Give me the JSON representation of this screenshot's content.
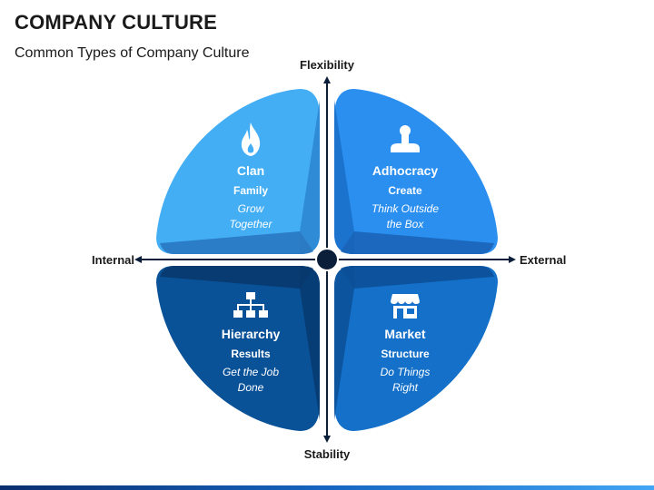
{
  "header": {
    "title": "COMPANY CULTURE",
    "subtitle": "Common Types of Company Culture"
  },
  "axes": {
    "top": "Flexibility",
    "bottom": "Stability",
    "left": "Internal",
    "right": "External"
  },
  "quadrants": [
    {
      "id": "clan",
      "name": "Clan",
      "value": "Family",
      "note_line1": "Grow",
      "note_line2": "Together",
      "icon": "flame-icon",
      "color": "#44aef5"
    },
    {
      "id": "adhocracy",
      "name": "Adhocracy",
      "value": "Create",
      "note_line1": "Think Outside",
      "note_line2": "the Box",
      "icon": "stamp-icon",
      "color": "#2b8ff0"
    },
    {
      "id": "hierarchy",
      "name": "Hierarchy",
      "value": "Results",
      "note_line1": "Get the Job",
      "note_line2": "Done",
      "icon": "org-chart-icon",
      "color": "#0a5298"
    },
    {
      "id": "market",
      "name": "Market",
      "value": "Structure",
      "note_line1": "Do Things",
      "note_line2": "Right",
      "icon": "storefront-icon",
      "color": "#1470c8"
    }
  ],
  "colors": {
    "axis": "#0b1f3a",
    "center_dot": "#0b1f3a"
  }
}
